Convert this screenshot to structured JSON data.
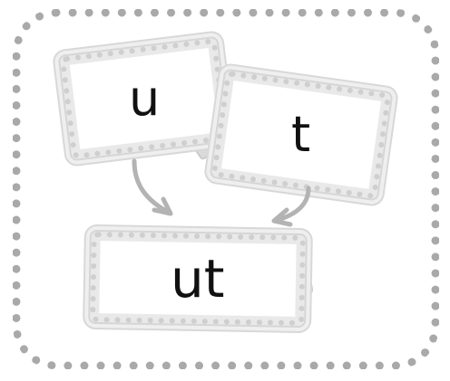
{
  "cards": {
    "u": {
      "text": "u"
    },
    "t": {
      "text": "t"
    },
    "ut": {
      "text": "ut"
    }
  },
  "colors": {
    "dotted_border": "#a9a9a9",
    "arrow": "#b3b3b3",
    "text": "#111111"
  },
  "icons": {
    "arrow_left": "curved-arrow-down-right",
    "arrow_right": "curved-arrow-down-left"
  }
}
